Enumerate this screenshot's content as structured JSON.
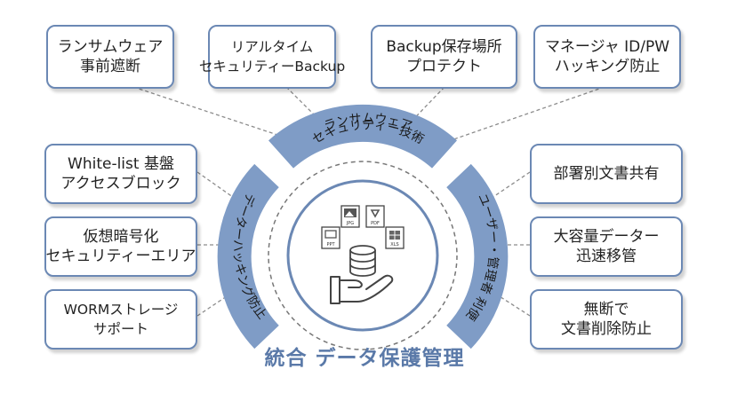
{
  "top_boxes": [
    {
      "lines": [
        "ランサムウェア",
        "事前遮断"
      ]
    },
    {
      "lines": [
        "リアルタイム",
        "セキュリティーBackup"
      ]
    },
    {
      "lines": [
        "Backup保存場所",
        "プロテクト"
      ]
    },
    {
      "lines": [
        "マネージャ ID/PW",
        "ハッキング防止"
      ]
    }
  ],
  "left_boxes": [
    {
      "lines": [
        "White-list 基盤",
        "アクセスブロック"
      ]
    },
    {
      "lines": [
        "仮想暗号化",
        "セキュリティーエリア"
      ]
    },
    {
      "lines": [
        "WORMストレージ",
        "サポート"
      ]
    }
  ],
  "right_boxes": [
    {
      "lines": [
        "部署別文書共有"
      ]
    },
    {
      "lines": [
        "大容量データー",
        "迅速移管"
      ]
    },
    {
      "lines": [
        "無断で",
        "文書削除防止"
      ]
    }
  ],
  "arcs": {
    "top_line1": "ランサムウェア",
    "top_line2": "セキュリティー技術",
    "left": "データーハッキング防止",
    "right": "ユーザー・管理者 利便"
  },
  "file_icons": [
    "JPG",
    "PDF",
    "PPT",
    "XLS"
  ],
  "title": "統合 データ保護管理",
  "colors": {
    "accent": "#6b88b4",
    "arc": "#7f9cc6",
    "title": "#5a79a8"
  }
}
